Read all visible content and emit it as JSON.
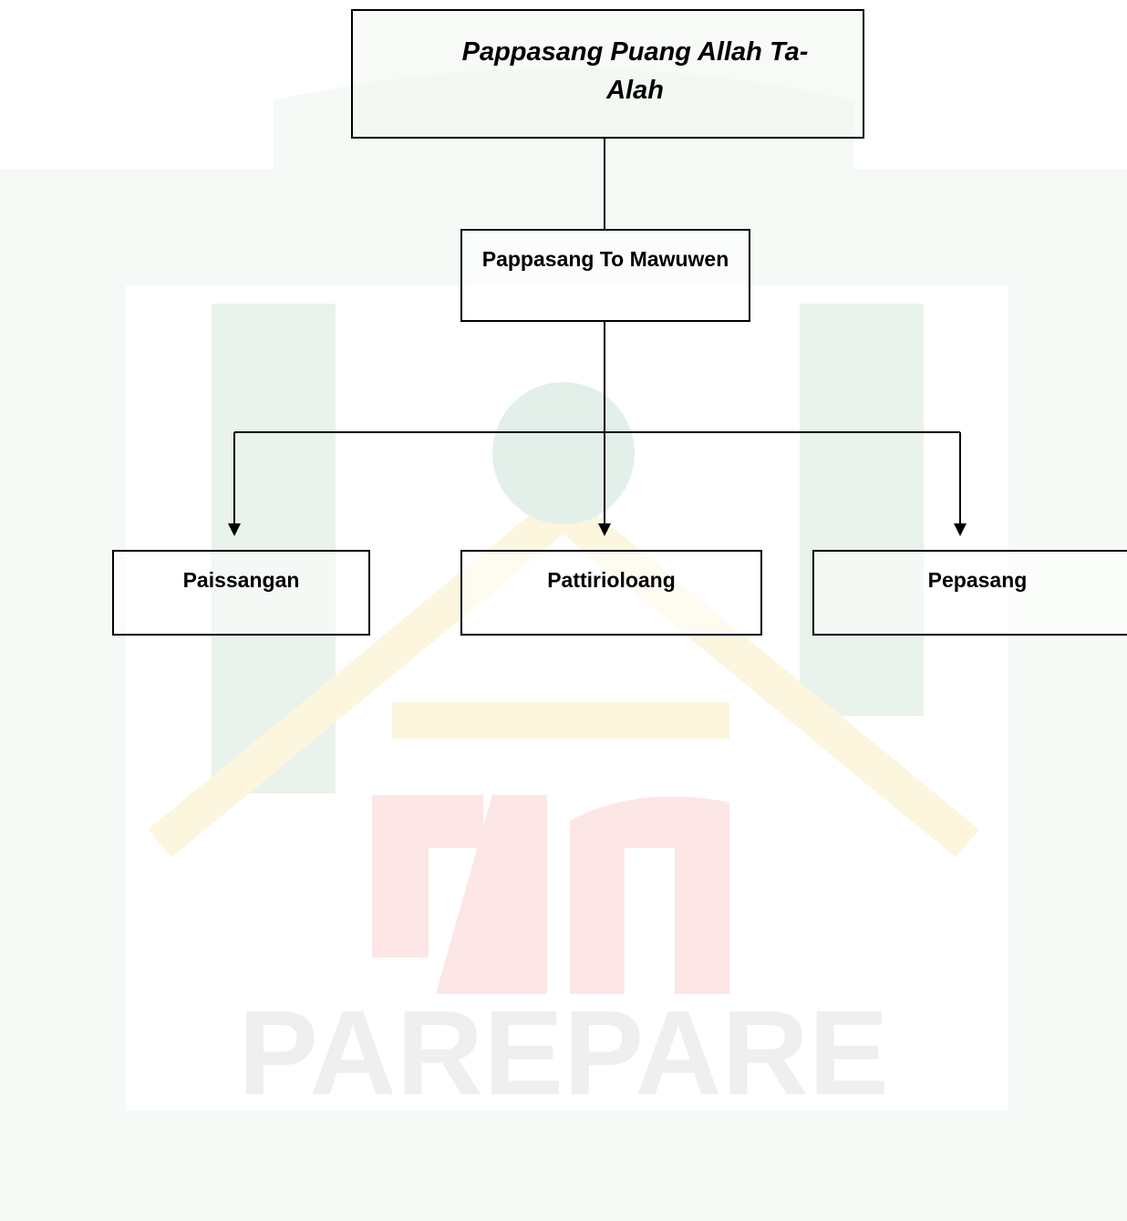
{
  "watermark": {
    "text": "PAREPARE",
    "green": "#e8f1ea",
    "yellow": "#fbf5dc",
    "red": "#fbe2e2",
    "globe": "#dfeee8"
  },
  "diagram": {
    "root": {
      "label": "Pappasang Puang Allah Ta-Alah"
    },
    "level2": {
      "label": "Pappasang To Mawuwen"
    },
    "leaves": [
      {
        "label": "Paissangan"
      },
      {
        "label": "Pattirioloang"
      },
      {
        "label": "Pepasang"
      }
    ]
  }
}
